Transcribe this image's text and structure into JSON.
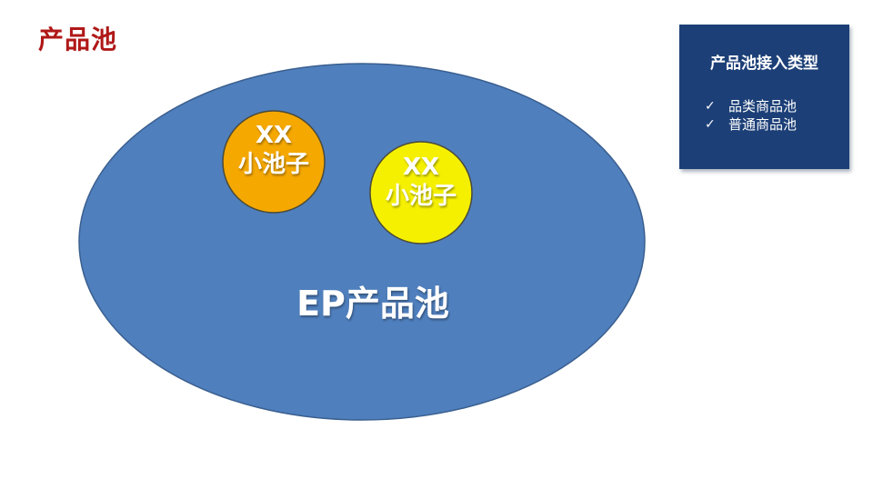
{
  "slide": {
    "title": "产品池"
  },
  "diagram": {
    "main_pool": {
      "label": "EP产品池",
      "color": "#4f7fbd",
      "border": "#3a5f8f"
    },
    "sub_pools": [
      {
        "line1": "XX",
        "line2": "小池子",
        "color": "#f5a800"
      },
      {
        "line1": "XX",
        "line2": "小池子",
        "color": "#f5f000"
      }
    ]
  },
  "info_box": {
    "title": "产品池接入类型",
    "items": [
      {
        "icon": "✓",
        "label": "品类商品池"
      },
      {
        "icon": "✓",
        "label": "普通商品池"
      }
    ],
    "background": "#1c3f77"
  }
}
